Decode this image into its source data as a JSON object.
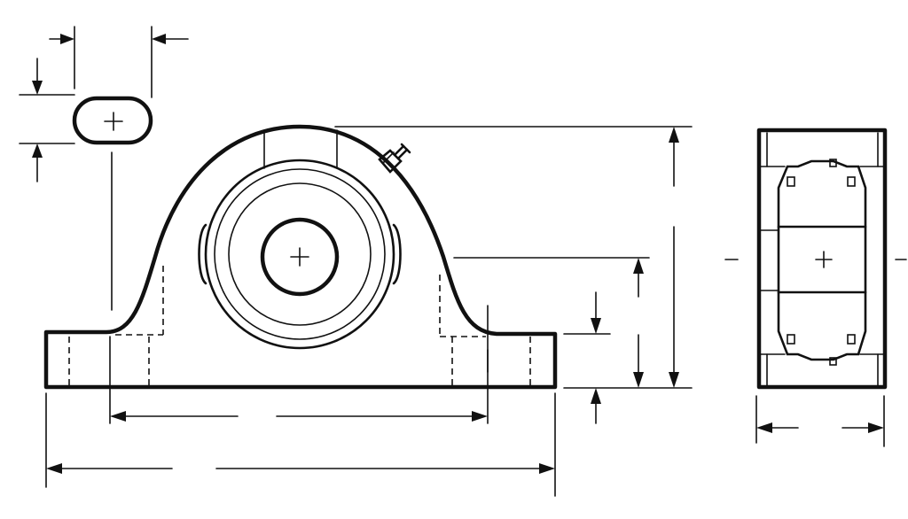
{
  "drawing": {
    "views": [
      "front-view",
      "side-view",
      "slot-detail"
    ],
    "colors": {
      "line": "#111111",
      "background": "#ffffff"
    }
  }
}
